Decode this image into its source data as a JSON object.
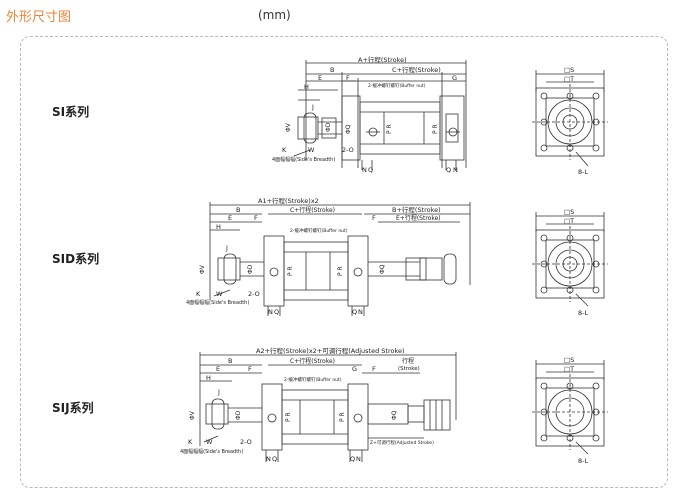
{
  "header": {
    "title": "外形尺寸图",
    "unit": "(mm)"
  },
  "rows": [
    {
      "series": "SI系列",
      "dims": {
        "top": "A+行程(Stroke)",
        "c": "C+行程(Stroke)",
        "b": "B",
        "f": "F",
        "e": "E",
        "g": "G",
        "h": "H",
        "j": "J",
        "v": "ΦV",
        "d": "ΦD",
        "q": "ΦQ",
        "pr": "P R",
        "k": "K",
        "w": "W",
        "o2": "2-O",
        "n": "N",
        "qb": "Q",
        "side": "4面幅幅幅(Side's Breadth)",
        "buffer": "2-缓冲螺钉螺钉(Buffer nut)",
        "s": "□S",
        "t": "□T",
        "l": "8-L"
      }
    },
    {
      "series": "SID系列",
      "dims": {
        "top": "A1+行程(Stroke)x2",
        "c": "C+行程(Stroke)",
        "bstroke": "B+行程(Stroke)",
        "estroke": "E+行程(Stroke)",
        "b": "B",
        "e": "E",
        "f": "F",
        "h": "H",
        "j": "J",
        "v": "ΦV",
        "d": "ΦD",
        "q": "ΦQ",
        "pr": "P R",
        "k": "K",
        "w": "W",
        "o2": "2-O",
        "n": "N",
        "qb": "Q",
        "side": "4面幅幅幅(Side's Breadth)",
        "buffer": "2-缓冲螺钉螺钉(Buffer nut)",
        "s": "□S",
        "t": "□T",
        "l": "8-L"
      }
    },
    {
      "series": "SIJ系列",
      "dims": {
        "top": "A2+行程(Stroke)x2+可调行程(Adjusted Stroke)",
        "c": "C+行程(Stroke)",
        "b": "B",
        "e": "E",
        "f": "F",
        "g": "G",
        "h": "H",
        "j": "J",
        "stroke_label": "行程",
        "stroke_sub": "(Stroke)",
        "adjusted": "Z+可调行程(Adjusted Stroke)",
        "v": "ΦV",
        "d": "ΦD",
        "q": "ΦQ",
        "pr": "P R",
        "k": "K",
        "w": "W",
        "o2": "2-O",
        "n": "N",
        "qb": "Q",
        "side": "4面幅幅幅(Side's Breadth)",
        "buffer": "2-缓冲螺钉螺钉(Buffer nut)",
        "s": "□S",
        "t": "□T",
        "l": "8-L"
      }
    }
  ]
}
